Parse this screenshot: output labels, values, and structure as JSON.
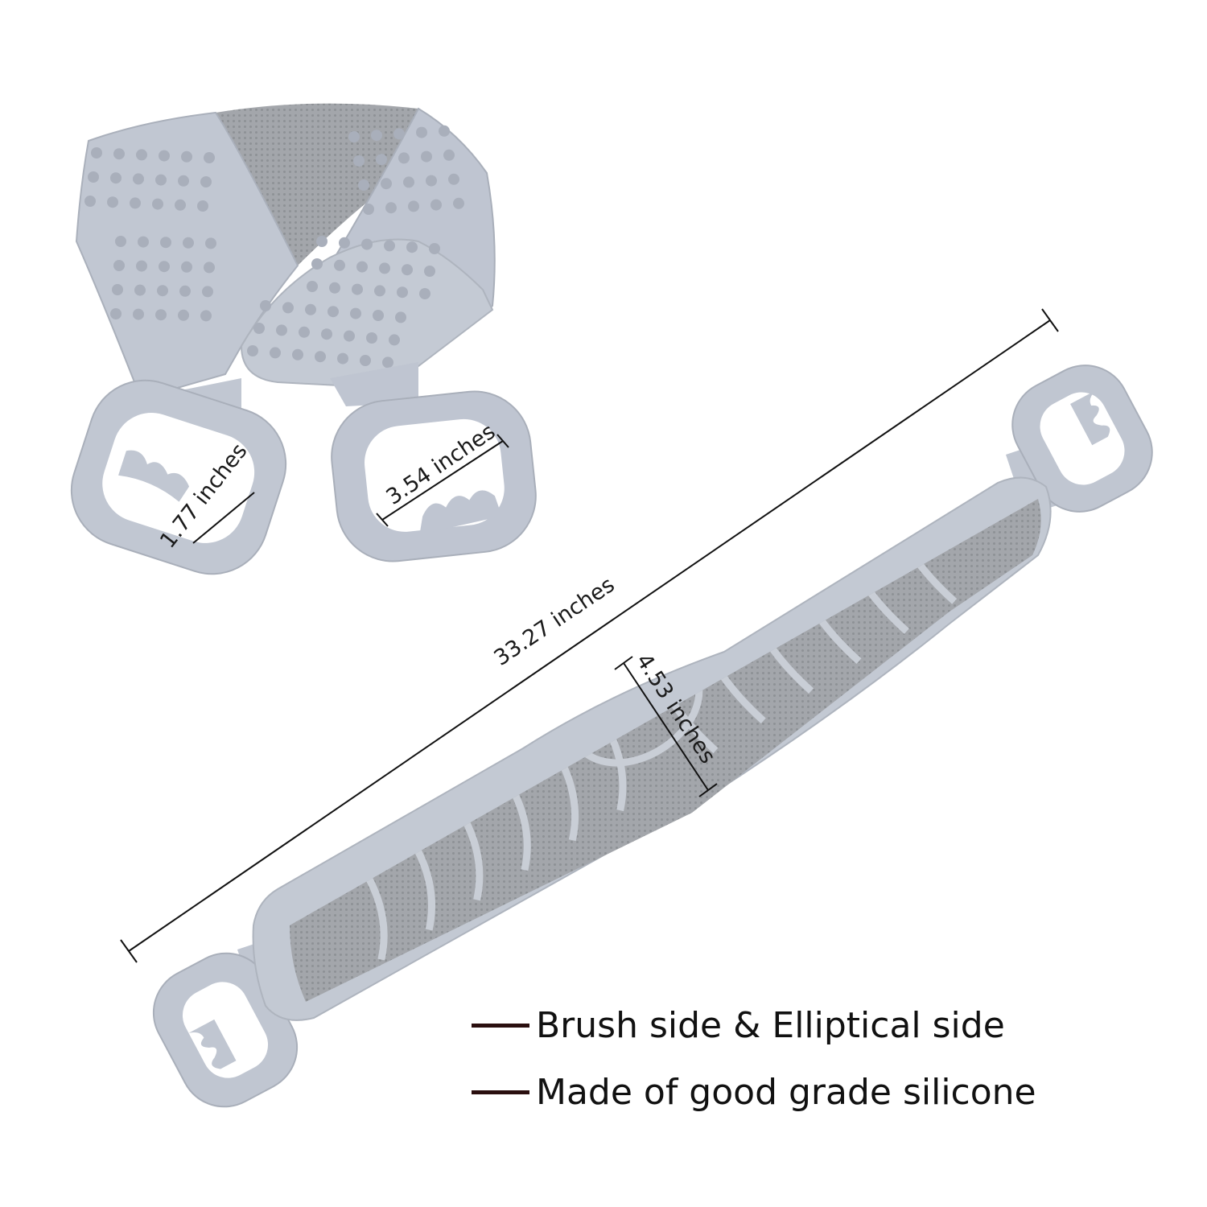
{
  "dimensions": {
    "handle_depth": "1.77 inches",
    "handle_width": "3.54 inches",
    "total_length": "33.27 inches",
    "strap_width": "4.53 inches"
  },
  "features": [
    {
      "text": "Brush side & Elliptical side"
    },
    {
      "text": "Made of good grade silicone"
    }
  ],
  "colors": {
    "silicone": "#bfc5d1",
    "silicone_dark": "#a7adb8",
    "brush_pad": "#9ea2a8",
    "accent_dash": "#2a0f0f"
  }
}
